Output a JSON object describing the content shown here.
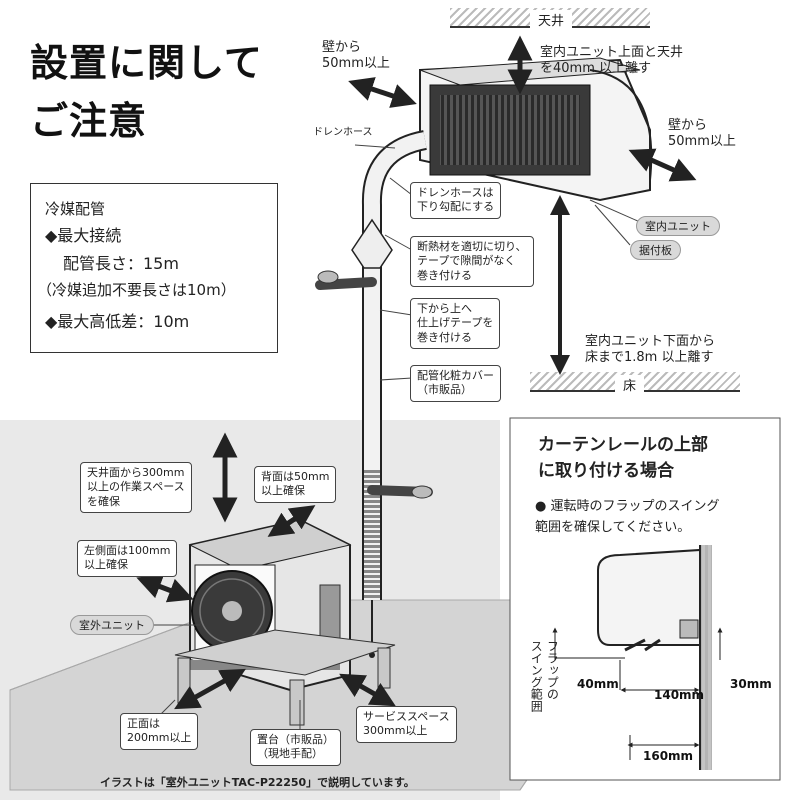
{
  "title": {
    "line1": "設置に関して",
    "line2": "ご注意"
  },
  "spec_box": {
    "heading": "冷媒配管",
    "item1": "◆最大接続",
    "item1_detail": "配管長さ：15m",
    "item1_note": "（冷媒追加不要長さは10m）",
    "item2": "◆最大高低差：10m"
  },
  "labels": {
    "wall_left": "壁から\n50mm以上",
    "ceiling_gap": "室内ユニット上面と天井\nを40mm 以上離す",
    "ceiling": "天井",
    "wall_right": "壁から\n50mm以上",
    "drain_hose": "ドレンホース",
    "indoor_unit": "室内ユニット",
    "mounting_plate": "据付板",
    "floor_gap": "室内ユニット下面から\n床まで1.8m 以上離す",
    "floor": "床",
    "outdoor_unit": "室外ユニット"
  },
  "callouts": {
    "drain_slope": "ドレンホースは\n下り勾配にする",
    "insulation": "断熱材を適切に切り、\nテープで隙間がなく\n巻き付ける",
    "tape": "下から上へ\n仕上げテープを\n巻き付ける",
    "cover": "配管化粧カバー\n（市販品）",
    "top_space": "天井面から300mm\n以上の作業スペース\nを確保",
    "back_space": "背面は50mm\n以上確保",
    "left_space": "左側面は100mm\n以上確保",
    "front_space": "正面は\n200mm以上",
    "stand": "置台（市販品）\n（現地手配）",
    "service_space": "サービススペース\n300mm以上"
  },
  "curtain": {
    "heading": "カーテンレールの上部\nに取り付ける場合",
    "note": "●  運転時のフラップのスイング\n    範囲を確保してください。",
    "vertical_label": "フラップの\nスイング範囲",
    "dim_40": "40mm",
    "dim_140": "140mm",
    "dim_30": "30mm",
    "dim_160": "160mm"
  },
  "footnote": "イラストは「室外ユニットTAC-P22250」で説明しています。"
}
